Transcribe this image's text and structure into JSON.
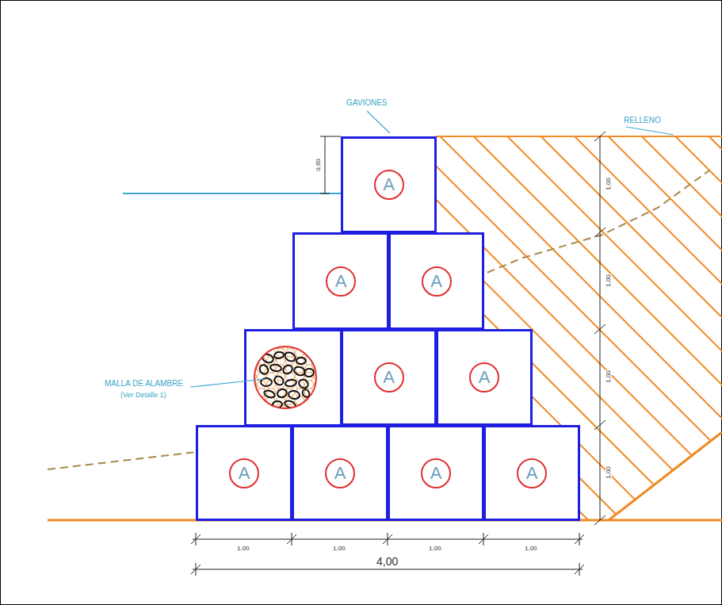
{
  "diagram": {
    "nodes": [
      {
        "text": [
          "A"
        ]
      },
      {
        "text": [
          "A"
        ]
      },
      {
        "text": [
          "A"
        ]
      },
      {
        "text": [
          "A"
        ]
      },
      {
        "text": [
          "A"
        ]
      },
      {
        "text": [
          "A"
        ]
      },
      {
        "text": [
          "A"
        ]
      },
      {
        "text": [
          "A"
        ]
      },
      {
        "text": [
          "A"
        ]
      }
    ],
    "labels": [
      "GAVIONES",
      "RELLENO",
      "0,60",
      "1,00",
      "1,00",
      "1,00",
      "1,00",
      "MALLA DE ALAMBRE",
      "(Ver Detalle 1)",
      "1,00",
      "1,00",
      "1,00",
      "1,00",
      "4,00"
    ]
  }
}
